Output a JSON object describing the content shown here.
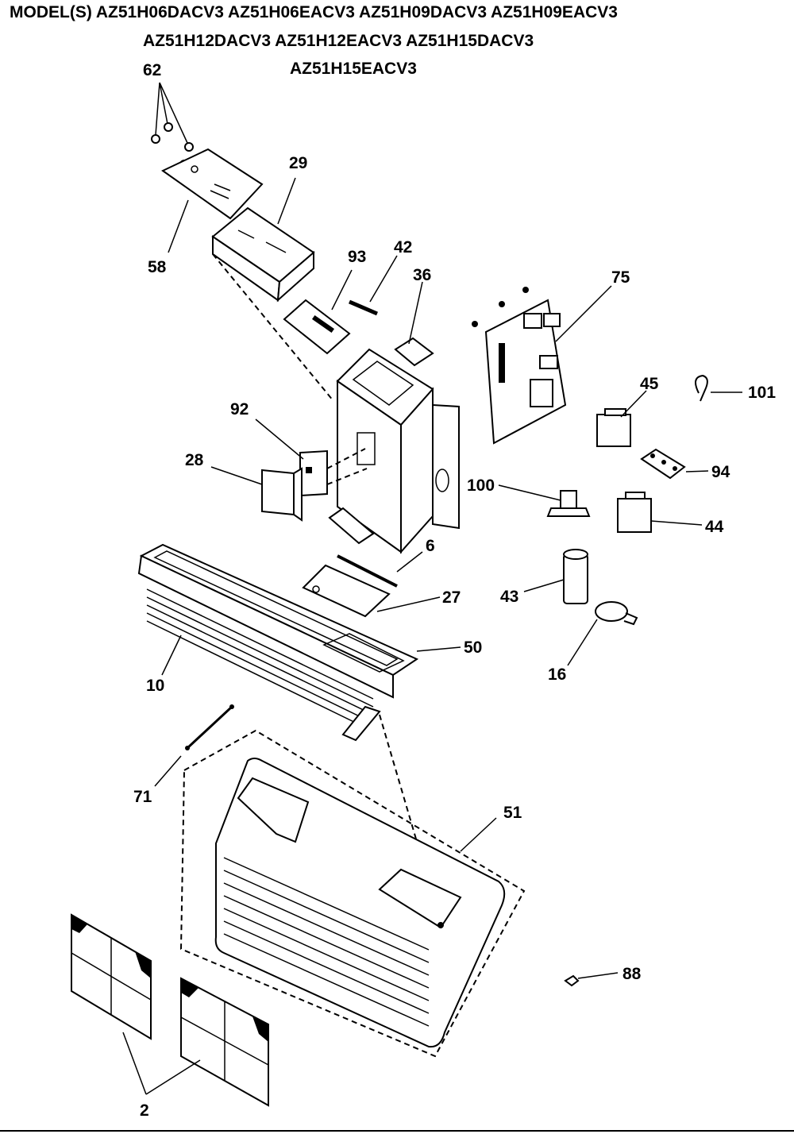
{
  "header": {
    "line1": "MODEL(S) AZ51H06DACV3  AZ51H06EACV3  AZ51H09DACV3  AZ51H09EACV3",
    "line2": "AZ51H12DACV3  AZ51H12EACV3  AZ51H15DACV3",
    "line3": "AZ51H15EACV3"
  },
  "callouts": {
    "c62": "62",
    "c29": "29",
    "c58": "58",
    "c93": "93",
    "c42": "42",
    "c36": "36",
    "c75": "75",
    "c101": "101",
    "c45": "45",
    "c94": "94",
    "c92": "92",
    "c28": "28",
    "c100": "100",
    "c44": "44",
    "c6": "6",
    "c43": "43",
    "c27": "27",
    "c50": "50",
    "c16": "16",
    "c10": "10",
    "c71": "71",
    "c51": "51",
    "c88": "88",
    "c2": "2"
  }
}
